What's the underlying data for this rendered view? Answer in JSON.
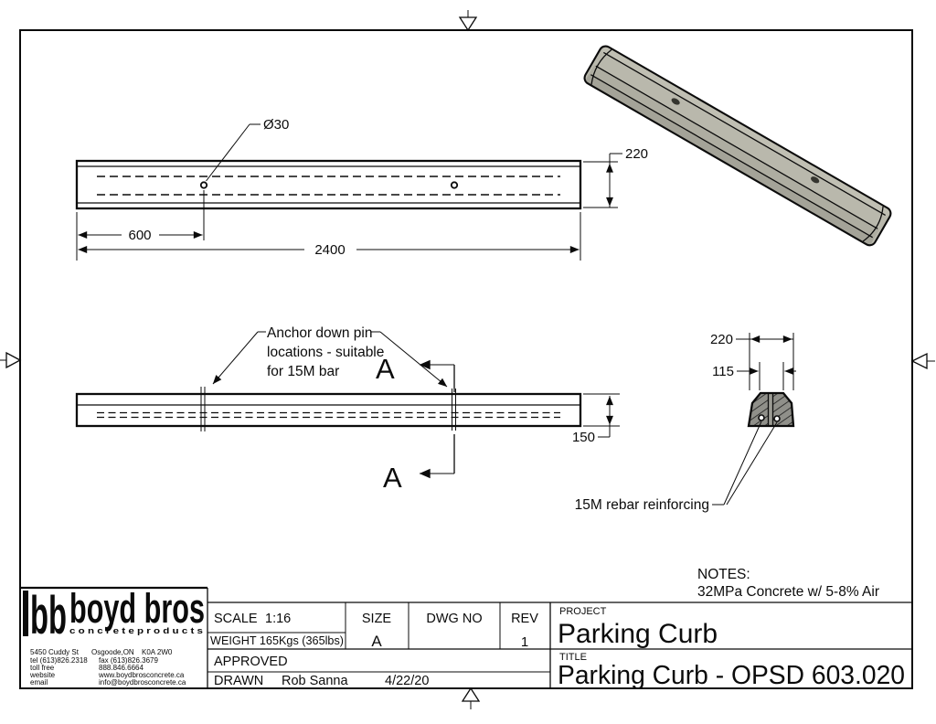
{
  "plan_view": {
    "hole_dia_label": "Ø30",
    "dim_first_hole": "600",
    "dim_total_length": "2400",
    "dim_width": "220"
  },
  "elevation_view": {
    "anchor_note_line1": "Anchor down pin",
    "anchor_note_line2": "locations - suitable",
    "anchor_note_line3": "for 15M bar",
    "section_letter": "A",
    "dim_height": "150"
  },
  "section_view": {
    "dim_bottom_width": "220",
    "dim_top_width": "115",
    "rebar_label": "15M rebar reinforcing"
  },
  "notes": {
    "heading": "NOTES:",
    "line1": "32MPa Concrete w/ 5-8% Air"
  },
  "title_block": {
    "scale_label": "SCALE",
    "scale_value": "1:16",
    "weight_label": "WEIGHT 165Kgs (365lbs)",
    "size_label": "SIZE",
    "size_value": "A",
    "dwg_no_label": "DWG NO",
    "dwg_no_value": "",
    "rev_label": "REV",
    "rev_value": "1",
    "approved_label": "APPROVED",
    "approved_value": "",
    "drawn_label": "DRAWN",
    "drawn_by": "Rob Sanna",
    "drawn_date": "4/22/20",
    "project_label": "PROJECT",
    "project_value": "Parking Curb",
    "title_label": "TITLE",
    "title_value": "Parking Curb - OPSD 603.020"
  },
  "logo": {
    "monogram": "bb",
    "name": "boyd bros",
    "tagline": "c o n c r e t e   p r o d u c t s",
    "addr1a": "5450 Cuddy St",
    "addr1b": "Osgoode,ON",
    "addr1c": "K0A 2W0",
    "addr2a": "tel (613)826.2318",
    "addr2b": "fax (613)826.3679",
    "addr3a": "toll free",
    "addr3b": "888.846.6664",
    "addr4a": "website",
    "addr4b": "www.boydbrosconcrete.ca",
    "addr5a": "email",
    "addr5b": "info@boydbrosconcrete.ca"
  },
  "colors": {
    "concrete_top": "#c0bfb3",
    "concrete_face": "#b9b8ac",
    "concrete_band": "#aeada1",
    "concrete_side": "#a4a398",
    "hole": "#35352f",
    "section_fill": "#90908a",
    "channel_fill": "#9c9c94"
  }
}
